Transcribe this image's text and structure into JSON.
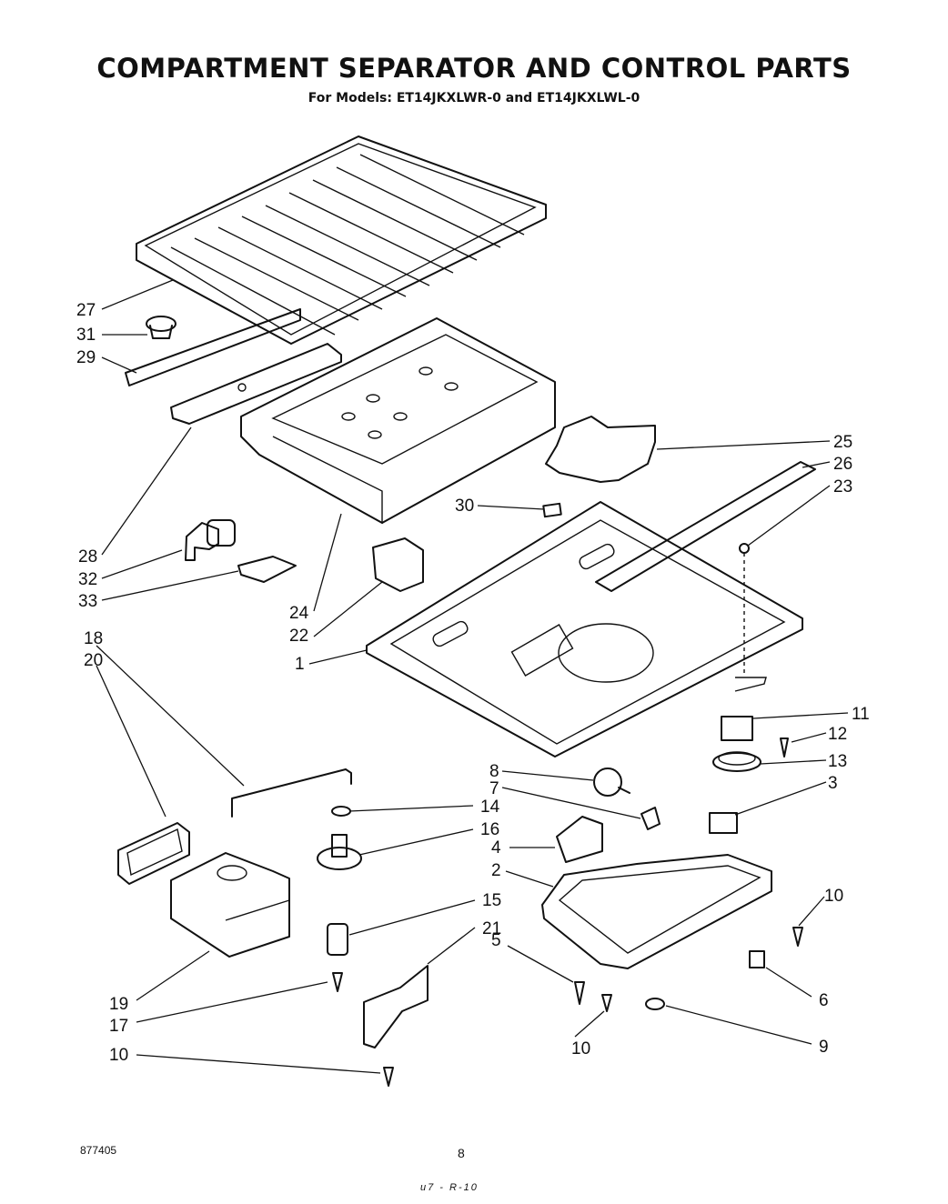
{
  "header": {
    "title": "COMPARTMENT SEPARATOR AND CONTROL PARTS",
    "subtitle": "For Models: ET14JKXLWR-0 and ET14JKXLWL-0"
  },
  "callouts": [
    {
      "id": "c27",
      "label": "27"
    },
    {
      "id": "c31",
      "label": "31"
    },
    {
      "id": "c29",
      "label": "29"
    },
    {
      "id": "c28",
      "label": "28"
    },
    {
      "id": "c32",
      "label": "32"
    },
    {
      "id": "c33",
      "label": "33"
    },
    {
      "id": "c24",
      "label": "24"
    },
    {
      "id": "c22",
      "label": "22"
    },
    {
      "id": "c1",
      "label": "1"
    },
    {
      "id": "c30",
      "label": "30"
    },
    {
      "id": "c25",
      "label": "25"
    },
    {
      "id": "c26",
      "label": "26"
    },
    {
      "id": "c23",
      "label": "23"
    },
    {
      "id": "c11",
      "label": "11"
    },
    {
      "id": "c12",
      "label": "12"
    },
    {
      "id": "c13",
      "label": "13"
    },
    {
      "id": "c3",
      "label": "3"
    },
    {
      "id": "c8",
      "label": "8"
    },
    {
      "id": "c7",
      "label": "7"
    },
    {
      "id": "c4",
      "label": "4"
    },
    {
      "id": "c2",
      "label": "2"
    },
    {
      "id": "c10a",
      "label": "10"
    },
    {
      "id": "c5",
      "label": "5"
    },
    {
      "id": "c6",
      "label": "6"
    },
    {
      "id": "c10b",
      "label": "10"
    },
    {
      "id": "c9",
      "label": "9"
    },
    {
      "id": "c18",
      "label": "18"
    },
    {
      "id": "c20",
      "label": "20"
    },
    {
      "id": "c14",
      "label": "14"
    },
    {
      "id": "c16",
      "label": "16"
    },
    {
      "id": "c15",
      "label": "15"
    },
    {
      "id": "c21",
      "label": "21"
    },
    {
      "id": "c19",
      "label": "19"
    },
    {
      "id": "c17",
      "label": "17"
    },
    {
      "id": "c10c",
      "label": "10"
    }
  ],
  "footer": {
    "doc_number": "877405",
    "page_number": "8",
    "mark": "u7 - R-10"
  }
}
